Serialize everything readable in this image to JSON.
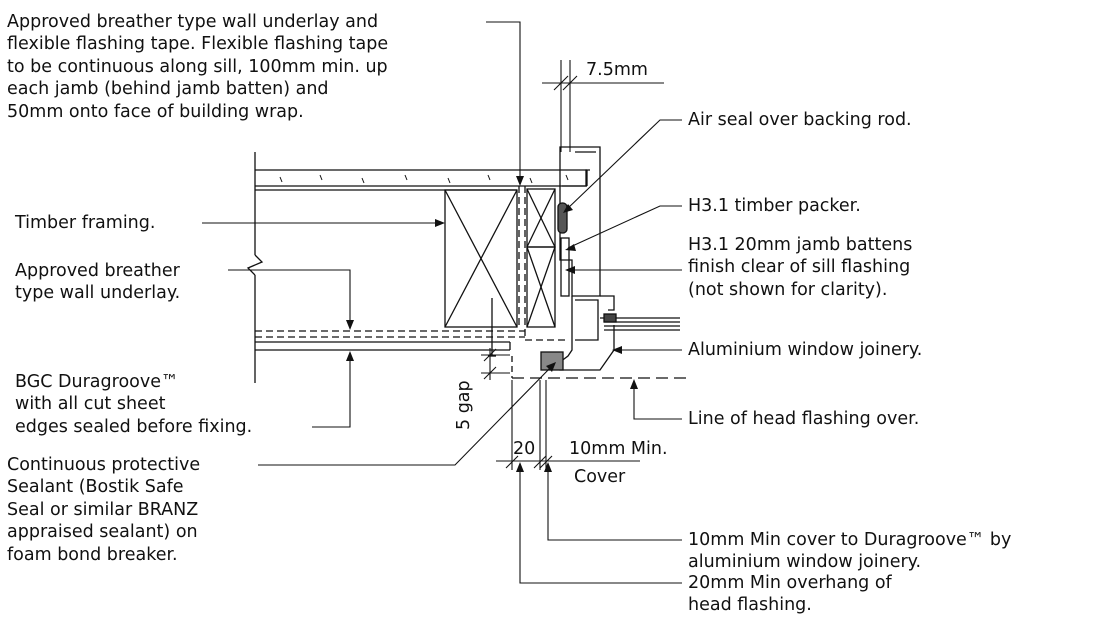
{
  "notes": {
    "underlay_tape": [
      "Approved breather type wall underlay and",
      "flexible flashing tape. Flexible flashing tape",
      "to be continuous along sill, 100mm min. up",
      "each jamb (behind jamb batten) and",
      "50mm onto face of building wrap."
    ],
    "timber_framing": [
      "Timber framing."
    ],
    "wall_underlay": [
      "Approved breather",
      "type wall underlay."
    ],
    "duragroove": [
      "BGC Duragroove™",
      "with all cut sheet",
      "edges sealed before fixing."
    ],
    "sealant": [
      "Continuous protective",
      "Sealant (Bostik Safe",
      "Seal or similar BRANZ",
      "appraised sealant) on",
      "foam bond breaker."
    ],
    "air_seal": [
      "Air seal over backing rod."
    ],
    "packer": [
      "H3.1 timber packer."
    ],
    "jamb_battens": [
      "H3.1 20mm jamb battens",
      "finish clear of sill flashing",
      "(not shown for clarity)."
    ],
    "joinery": [
      "Aluminium window joinery."
    ],
    "head_flashing": [
      "Line of head flashing over."
    ],
    "cover_note": [
      "10mm Min cover to Duragroove™ by",
      "aluminium window joinery."
    ],
    "overhang_note": [
      "20mm Min overhang of",
      "head flashing."
    ]
  },
  "dims": {
    "top": "7.5mm",
    "gap": "5 gap",
    "overhang": "20",
    "cover_line1": "10mm Min.",
    "cover_line2": "Cover"
  }
}
